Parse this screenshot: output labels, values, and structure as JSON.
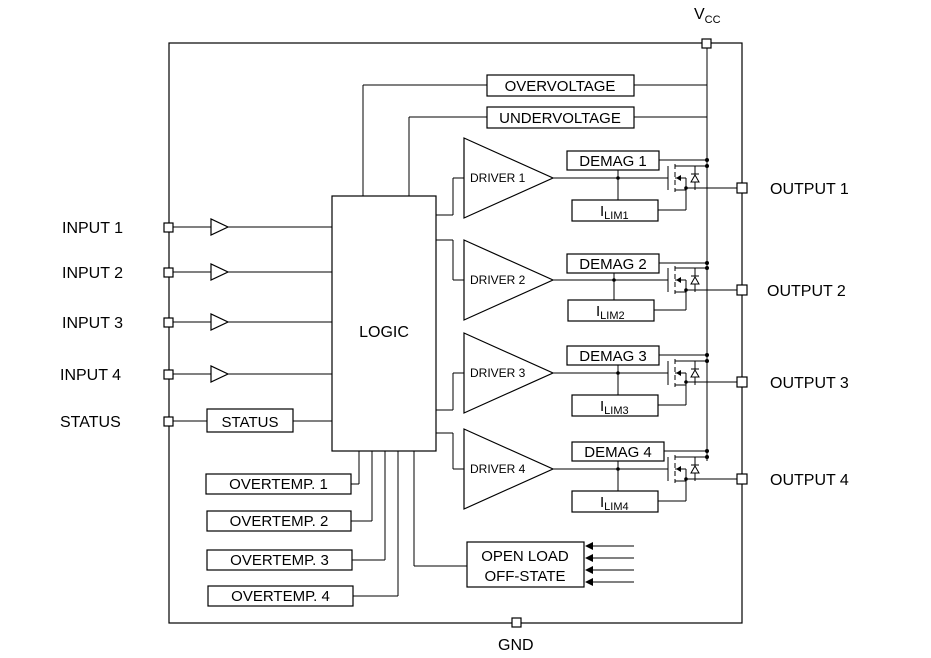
{
  "power": {
    "vcc_main": "V",
    "vcc_sub": "CC",
    "gnd": "GND"
  },
  "inputs": [
    "INPUT 1",
    "INPUT 2",
    "INPUT 3",
    "INPUT 4"
  ],
  "status_pin": "STATUS",
  "status_block": "STATUS",
  "logic": "LOGIC",
  "overvoltage": "OVERVOLTAGE",
  "undervoltage": "UNDERVOLTAGE",
  "drivers": [
    "DRIVER 1",
    "DRIVER 2",
    "DRIVER 3",
    "DRIVER 4"
  ],
  "demag": [
    "DEMAG 1",
    "DEMAG 2",
    "DEMAG 3",
    "DEMAG 4"
  ],
  "ilim": [
    {
      "main": "I",
      "sub": "LIM1"
    },
    {
      "main": "I",
      "sub": "LIM2"
    },
    {
      "main": "I",
      "sub": "LIM3"
    },
    {
      "main": "I",
      "sub": "LIM4"
    }
  ],
  "outputs": [
    "OUTPUT 1",
    "OUTPUT 2",
    "OUTPUT 3",
    "OUTPUT 4"
  ],
  "overtemp": [
    "OVERTEMP. 1",
    "OVERTEMP. 2",
    "OVERTEMP. 3",
    "OVERTEMP. 4"
  ],
  "open_load": {
    "line1": "OPEN LOAD",
    "line2": "OFF-STATE"
  }
}
